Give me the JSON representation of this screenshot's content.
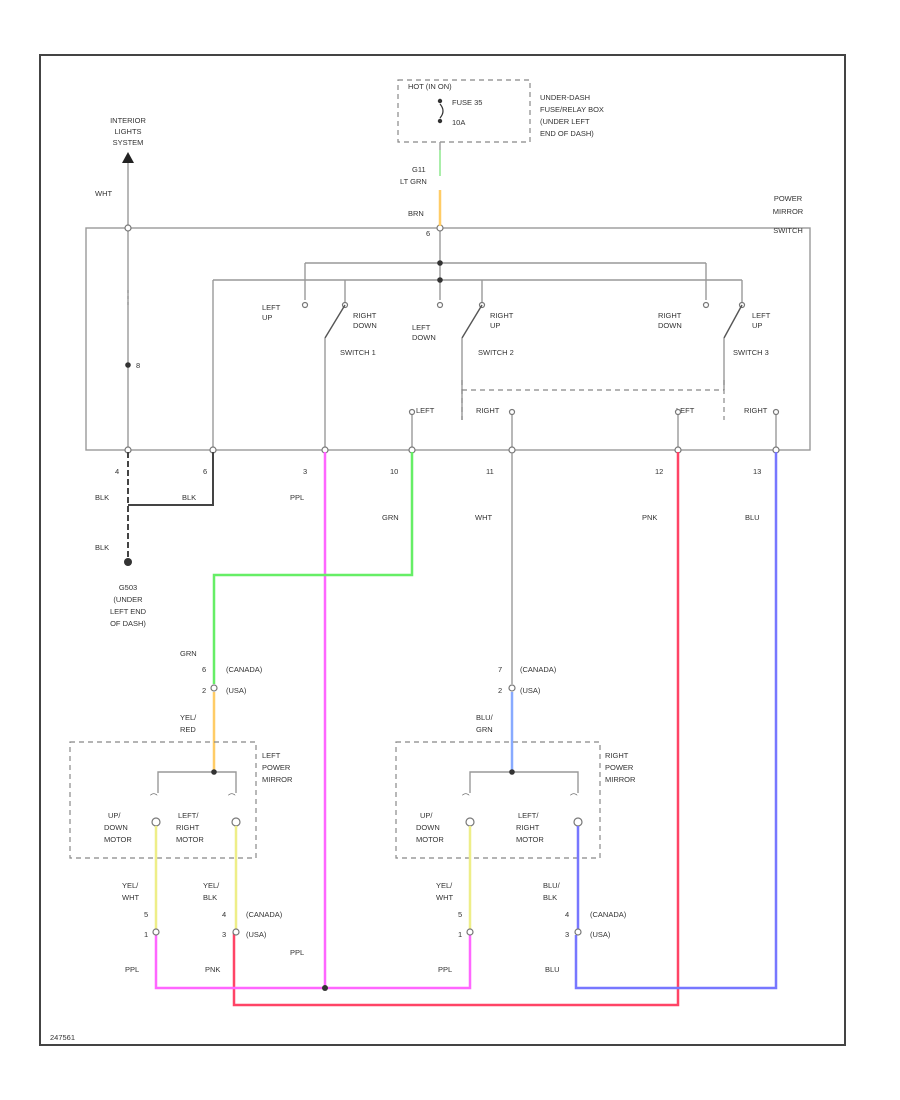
{
  "colors": {
    "pink": "#ff66ff",
    "green": "#66ee66",
    "red": "#ff4466",
    "blue": "#7777ff",
    "yellow": "#eeee88",
    "orange": "#ffcc66",
    "light_green": "#aaeeaa",
    "light_blue": "#88aaff"
  },
  "labels": {
    "interior_lights": [
      "INTERIOR",
      "LIGHTS",
      "SYSTEM"
    ],
    "hot": "HOT (IN ON)",
    "fuse": "FUSE 35",
    "fuse_amp": "10A",
    "fuse_box": [
      "UNDER-DASH",
      "FUSE/RELAY BOX",
      "(UNDER LEFT",
      "END OF DASH)"
    ],
    "power_mirror_switch": [
      "POWER",
      "MIRROR",
      "SWITCH"
    ],
    "wht_top": "WHT",
    "wire_g1": "G11",
    "wire_ltgrn": "LT GRN",
    "wire_brn": "BRN",
    "c_num": "6",
    "sw_left_up": [
      "LEFT",
      "UP"
    ],
    "sw_right_down": [
      "RIGHT",
      "DOWN"
    ],
    "switch1": "SWITCH 1",
    "sw_left_down": [
      "LEFT",
      "DOWN"
    ],
    "sw_right_up": [
      "RIGHT",
      "UP"
    ],
    "switch2": "SWITCH 2",
    "sw3_right_down": [
      "RIGHT",
      "DOWN"
    ],
    "sw3_left_up": [
      "LEFT",
      "UP"
    ],
    "switch3": "SWITCH 3",
    "left_1": "LEFT",
    "right_1": "RIGHT",
    "left_2": "LEFT",
    "right_2": "RIGHT",
    "pin_4": "4",
    "pin_6": "6",
    "pin_3": "3",
    "pin_10": "10",
    "pin_11": "11",
    "pin_12": "12",
    "pin_13": "13",
    "blk1": "BLK",
    "blk2": "BLK",
    "blk3": "BLK",
    "ppl": "PPL",
    "grn": "GRN",
    "wht": "WHT",
    "pnk": "PNK",
    "blu": "BLU",
    "ground": [
      "G503",
      "(UNDER",
      "LEFT END",
      "OF DASH)"
    ],
    "grn_lower": "GRN",
    "lc_num1": "6",
    "lc_num2": "2",
    "canada": "(CANADA)",
    "usa": "(USA)",
    "yel_red": [
      "YEL/",
      "RED"
    ],
    "left_mirror": [
      "LEFT",
      "POWER",
      "MIRROR"
    ],
    "rc_num1": "7",
    "rc_num2": "2",
    "blu_grn": [
      "BLU/",
      "GRN"
    ],
    "right_mirror": [
      "RIGHT",
      "POWER",
      "MIRROR"
    ],
    "updown_motor": [
      "UP/",
      "DOWN",
      "MOTOR"
    ],
    "leftright_motor": [
      "LEFT/",
      "RIGHT",
      "MOTOR"
    ],
    "yel_wht_l": [
      "YEL/",
      "WHT"
    ],
    "yel_blk_l": [
      "YEL/",
      "BLK"
    ],
    "yel_wht_r": [
      "YEL/",
      "WHT"
    ],
    "blu_blk_r": [
      "BLU/",
      "BLK"
    ],
    "bc_num1": "5",
    "bc_num2": "1",
    "bc_num3": "4",
    "bc_num4": "3",
    "bc_num5": "5",
    "bc_num6": "1",
    "bc_num7": "4",
    "bc_num8": "3",
    "ppl_b1": "PPL",
    "pnk_b": "PNK",
    "ppl_b2": "PPL",
    "ppl_b3": "PPL",
    "blu_b": "BLU",
    "page_id": "247561"
  }
}
